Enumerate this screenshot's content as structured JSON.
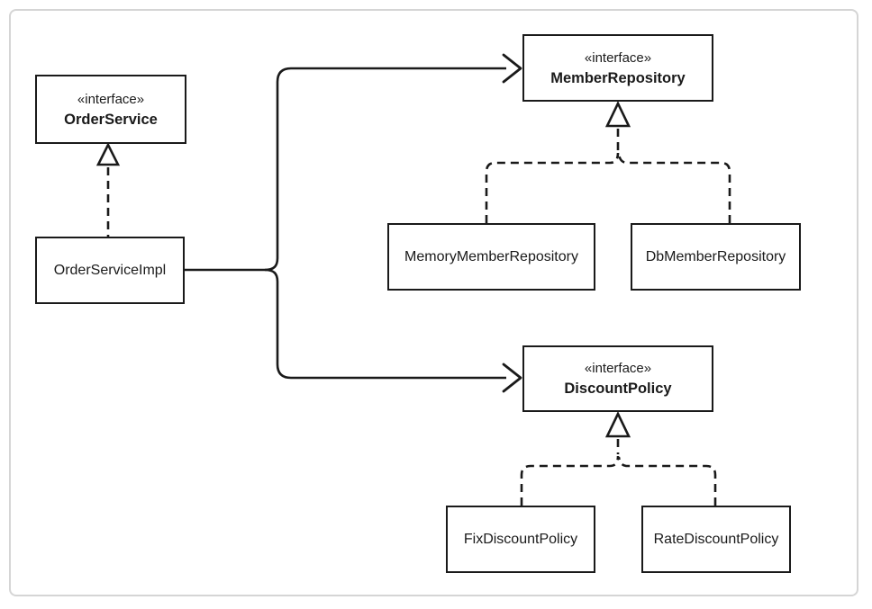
{
  "diagram": {
    "kind": "uml-class-diagram",
    "colors": {
      "line": "#1a1a1a",
      "box_border": "#1a1a1a",
      "box_background": "#ffffff",
      "frame_border": "#d5d5d5",
      "background": "#ffffff"
    }
  },
  "nodes": [
    {
      "id": "order-service",
      "stereotype": "«interface»",
      "name": "OrderService"
    },
    {
      "id": "order-service-impl",
      "name": "OrderServiceImpl"
    },
    {
      "id": "member-repository",
      "stereotype": "«interface»",
      "name": "MemberRepository"
    },
    {
      "id": "memory-member-repository",
      "name": "MemoryMemberRepository"
    },
    {
      "id": "db-member-repository",
      "name": "DbMemberRepository"
    },
    {
      "id": "discount-policy",
      "stereotype": "«interface»",
      "name": "DiscountPolicy"
    },
    {
      "id": "fix-discount-policy",
      "name": "FixDiscountPolicy"
    },
    {
      "id": "rate-discount-policy",
      "name": "RateDiscountPolicy"
    }
  ],
  "relationships": [
    {
      "type": "realization",
      "from": "OrderServiceImpl",
      "to": "OrderService"
    },
    {
      "type": "dependency",
      "from": "OrderServiceImpl",
      "to": "MemberRepository"
    },
    {
      "type": "dependency",
      "from": "OrderServiceImpl",
      "to": "DiscountPolicy"
    },
    {
      "type": "realization",
      "from": "MemoryMemberRepository",
      "to": "MemberRepository"
    },
    {
      "type": "realization",
      "from": "DbMemberRepository",
      "to": "MemberRepository"
    },
    {
      "type": "realization",
      "from": "FixDiscountPolicy",
      "to": "DiscountPolicy"
    },
    {
      "type": "realization",
      "from": "RateDiscountPolicy",
      "to": "DiscountPolicy"
    }
  ]
}
